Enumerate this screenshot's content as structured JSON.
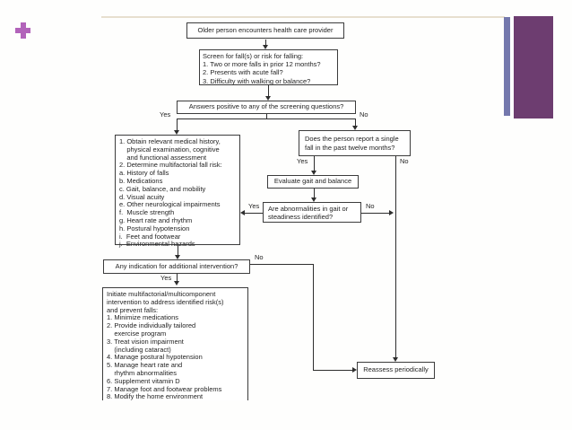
{
  "slide": {
    "accent_colors": {
      "plus": "#b263ba",
      "top_rule": "#e7dfcf",
      "bar_thin": "#7478ad",
      "bar_wide": "#6d3d70"
    }
  },
  "flowchart": {
    "yes_label": "Yes",
    "no_label": "No",
    "line_color": "#2e2e2e",
    "nodes": {
      "encounter": {
        "text": "Older person encounters health care provider"
      },
      "screen": {
        "text": "Screen for fall(s) or risk for falling:\n1. Two or more falls in prior 12 months?\n2. Presents with acute fall?\n3. Difficulty with walking or balance?"
      },
      "answers": {
        "text": "Answers positive to any of the screening questions?"
      },
      "assessment": {
        "text": "1. Obtain relevant medical history,\n    physical examination, cognitive\n    and functional assessment\n2. Determine multifactorial fall risk:\na. History of falls\nb. Medications\nc. Gait, balance, and mobility\nd. Visual acuity\ne. Other neurological impairments\nf.  Muscle strength\ng. Heart rate and rhythm\nh. Postural hypotension\ni.  Feet and footwear\nj.  Environmental hazards"
      },
      "single_fall": {
        "text": "Does the person report a single\nfall in the past twelve months?"
      },
      "evaluate": {
        "text": "Evaluate gait and balance"
      },
      "abnormalities": {
        "text": "Are abnormalities in gait or\nsteadiness identified?"
      },
      "additional": {
        "text": "Any indication for additional intervention?"
      },
      "intervene": {
        "text": "Initiate multifactorial/multicomponent\nintervention to address identified risk(s)\nand prevent falls:\n1. Minimize medications\n2. Provide individually tailored\n    exercise program\n3. Treat vision impairment\n    (including cataract)\n4. Manage postural hypotension\n5. Manage heart rate and\n    rhythm abnormalities\n6. Supplement vitamin D\n7. Manage foot and footwear problems\n8. Modify the home environment"
      },
      "reassess": {
        "text": "Reassess periodically"
      }
    }
  }
}
